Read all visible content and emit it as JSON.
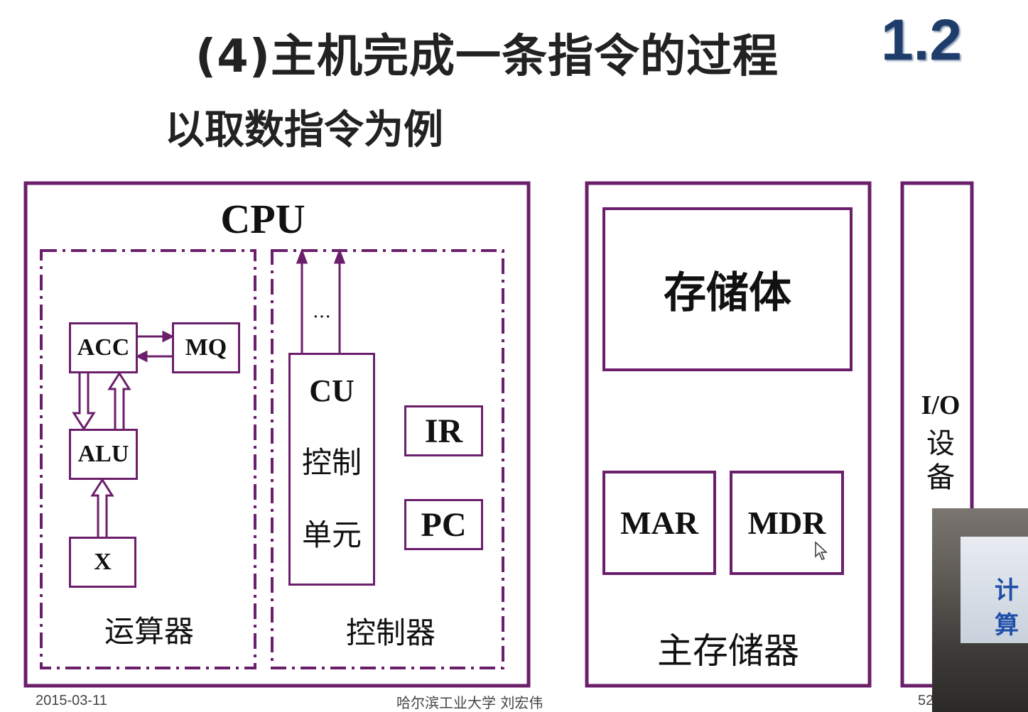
{
  "slide": {
    "title": "(4)主机完成一条指令的过程",
    "section_number": "1.2",
    "subtitle": "以取数指令为例"
  },
  "cpu": {
    "label": "CPU",
    "alu_unit": {
      "label": "运算器",
      "acc": "ACC",
      "mq": "MQ",
      "alu": "ALU",
      "x": "X"
    },
    "control_unit": {
      "label": "控制器",
      "cu_title": "CU",
      "cu_line1": "控制",
      "cu_line2": "单元",
      "ellipsis": "…",
      "ir": "IR",
      "pc": "PC"
    }
  },
  "memory": {
    "label": "主存储器",
    "storage": "存储体",
    "mar": "MAR",
    "mdr": "MDR"
  },
  "io": {
    "line1": "I/O",
    "line2": "设",
    "line3": "备"
  },
  "footer": {
    "date": "2015-03-11",
    "author": "哈尔滨工业大学  刘宏伟",
    "page": "52"
  },
  "video": {
    "text": "计算"
  },
  "colors": {
    "border": "#6b1f6b",
    "section_number": "#1f3d6b"
  }
}
